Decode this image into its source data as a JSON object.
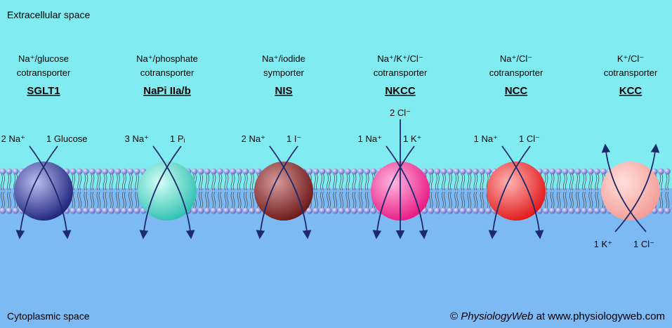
{
  "regions": {
    "extracellular": "Extracellular space",
    "cytoplasmic": "Cytoplasmic space"
  },
  "credit": {
    "copyright": "©",
    "brand": "PhysiologyWeb",
    "at": "at",
    "url": "www.physiologyweb.com"
  },
  "colors": {
    "extracellular_bg": "#80ECF2",
    "cytoplasmic_bg": "#7DB9F2",
    "arrow": "#1B2A6B",
    "lipid_head": "#7C80D8"
  },
  "transporters": [
    {
      "id": "sglt1",
      "line1": "Na⁺/glucose",
      "line2": "cotransporter",
      "abbr": "SGLT1",
      "ion_left": "2 Na⁺",
      "ion_right": "1 Glucose",
      "direction": "inward",
      "colors": [
        "#B8BEF0",
        "#1A1F7A"
      ]
    },
    {
      "id": "napi",
      "line1": "Na⁺/phosphate",
      "line2": "cotransporter",
      "abbr": "NaPi IIa/b",
      "ion_left": "3 Na⁺",
      "ion_right": "1 Pᵢ",
      "direction": "inward",
      "colors": [
        "#D4FFF7",
        "#2BBFB0"
      ]
    },
    {
      "id": "nis",
      "line1": "Na⁺/iodide",
      "line2": "symporter",
      "abbr": "NIS",
      "ion_left": "2 Na⁺",
      "ion_right": "1 I⁻",
      "direction": "inward",
      "colors": [
        "#D79A9A",
        "#6A1414"
      ]
    },
    {
      "id": "nkcc",
      "line1": "Na⁺/K⁺/Cl⁻",
      "line2": "cotransporter",
      "abbr": "NKCC",
      "ion_left": "1 Na⁺",
      "ion_right": "1 K⁺",
      "ion_top": "2 Cl⁻",
      "direction": "inward",
      "colors": [
        "#FFB8E3",
        "#E8157F"
      ]
    },
    {
      "id": "ncc",
      "line1": "Na⁺/Cl⁻",
      "line2": "cotransporter",
      "abbr": "NCC",
      "ion_left": "1 Na⁺",
      "ion_right": "1 Cl⁻",
      "direction": "inward",
      "colors": [
        "#FFB3B3",
        "#E01515"
      ]
    },
    {
      "id": "kcc",
      "line1": "K⁺/Cl⁻",
      "line2": "cotransporter",
      "abbr": "KCC",
      "ion_left": "1 K⁺",
      "ion_right": "1 Cl⁻",
      "direction": "outward",
      "colors": [
        "#FFE0DA",
        "#F49A96"
      ]
    }
  ]
}
